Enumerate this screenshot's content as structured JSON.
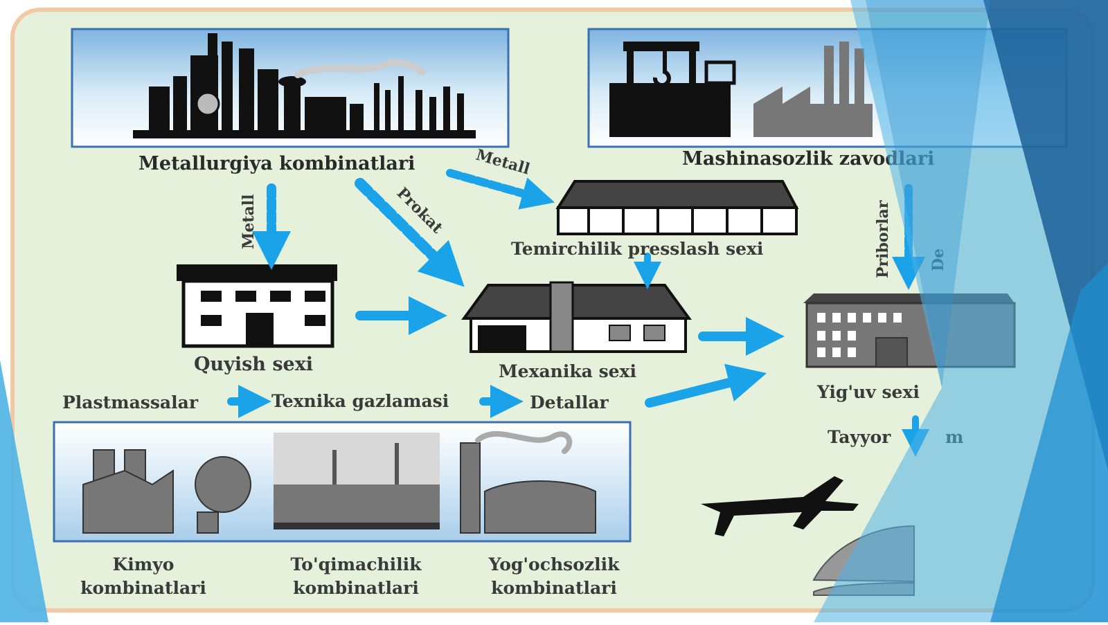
{
  "labels": {
    "metallurgy": "Metallurgiya kombinatlari",
    "machine_building": "Mashinasozlik zavodlari",
    "forge": "Temirchilik   presslash sexi",
    "casting": "Quyish sexi",
    "mechanics": "Mexanika sexi",
    "assembly": "Yig'uv sexi",
    "plastics": "Plastmassalar",
    "fabric": "Texnika gazlamasi",
    "parts": "Detallar",
    "finished": "Tayyor",
    "finished_suffix": "m",
    "chemistry_1": "Kimyo",
    "chemistry_2": "kombinatlari",
    "textile_1": "To'qimachilik",
    "textile_2": "kombinatlari",
    "wood_1": "Yog'ochsozlik",
    "wood_2": "kombinatlari"
  },
  "arrows": {
    "metall_down": "Metall",
    "prokat": "Prokat",
    "metall_right": "Metall",
    "priborlar": "Priborlar",
    "detallar_vertical": "De"
  },
  "colors": {
    "background_panel": "#e6f1dc",
    "panel_border": "#f3c9a3",
    "arrow": "#1aa3e8",
    "building_dark": "#111111",
    "building_gray": "#777777",
    "frame_border": "#3a70b0",
    "overlay_light": "#4fb3e6",
    "overlay_dark": "#1b5f98"
  },
  "icons": {
    "metallurgy": "steel-plant-icon",
    "machine": "crane-factory-icon",
    "forge": "long-shed-icon",
    "casting": "foundry-building-icon",
    "mechanics": "workshop-building-icon",
    "assembly": "office-building-icon",
    "chemistry": "chemical-plant-icon",
    "textile": "textile-mill-icon",
    "wood": "woodworking-plant-icon",
    "airplane": "airplane-icon",
    "train": "train-icon"
  }
}
